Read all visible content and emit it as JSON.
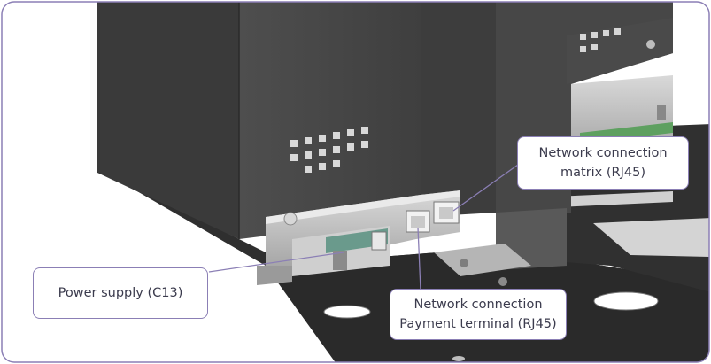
{
  "colors": {
    "callout_border": "#8b7fb5",
    "leader_line": "#8b7fb5",
    "callout_text": "#3b3b4d",
    "housing_dark": "#454545",
    "plate": "#2b2b2b"
  },
  "callouts": {
    "matrix": {
      "line1": "Network connection",
      "line2": "matrix (RJ45)"
    },
    "power": {
      "line1": "Power supply (C13)"
    },
    "payment": {
      "line1": "Network connection",
      "line2": "Payment terminal (RJ45)"
    }
  }
}
